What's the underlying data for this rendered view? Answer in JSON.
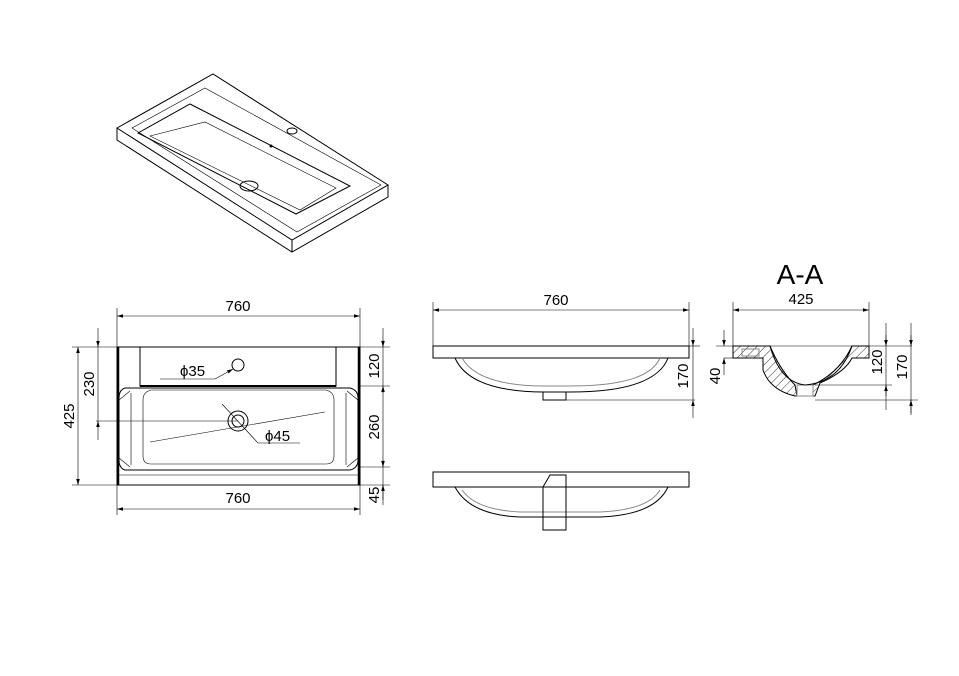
{
  "top_view": {
    "width": "760",
    "width_bottom": "760",
    "depth": "425",
    "drain_offset": "230",
    "dim_back": "120",
    "dim_basin": "260",
    "dim_front": "45",
    "tap_hole": "ϕ35",
    "drain_hole": "ϕ45"
  },
  "side_view": {
    "width": "760",
    "height": "170"
  },
  "section": {
    "title": "A-A",
    "width": "425",
    "rim": "40",
    "basin": "120",
    "height": "170"
  }
}
